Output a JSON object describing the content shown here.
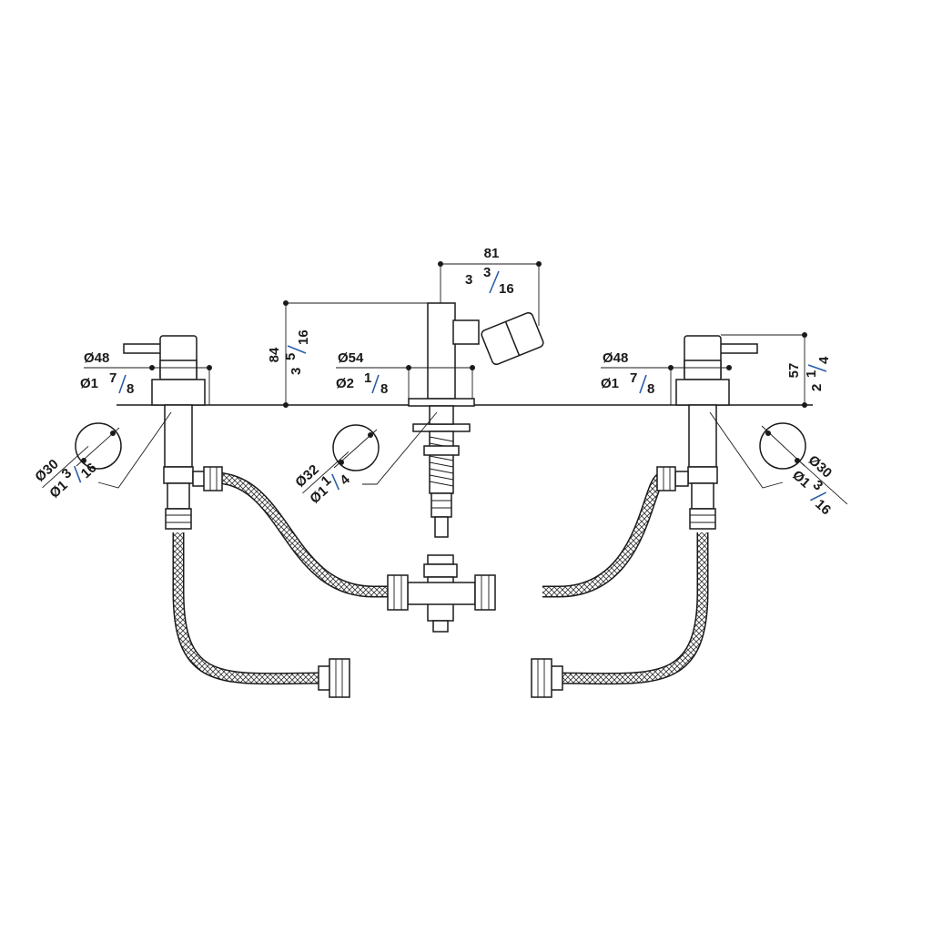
{
  "dimensions": {
    "spout_width": {
      "mm": "81",
      "in_whole": "3",
      "in_num": "3",
      "in_den": "16"
    },
    "spout_height": {
      "mm": "84",
      "in_whole": "3",
      "in_num": "5",
      "in_den": "16"
    },
    "valve_height": {
      "mm": "57",
      "in_whole": "2",
      "in_num": "1",
      "in_den": "4"
    },
    "left_valve_base": {
      "mm": "Ø48",
      "in_whole": "Ø1",
      "in_num": "7",
      "in_den": "8"
    },
    "right_valve_base": {
      "mm": "Ø48",
      "in_whole": "Ø1",
      "in_num": "7",
      "in_den": "8"
    },
    "spout_base": {
      "mm": "Ø54",
      "in_whole": "Ø2",
      "in_num": "1",
      "in_den": "8"
    },
    "left_hole": {
      "mm": "Ø30",
      "in_whole": "Ø1",
      "in_num": "3",
      "in_den": "16"
    },
    "center_hole": {
      "mm": "Ø32",
      "in_whole": "Ø1",
      "in_num": "1",
      "in_den": "4"
    },
    "right_hole": {
      "mm": "Ø30",
      "in_whole": "Ø1",
      "in_num": "3",
      "in_den": "16"
    }
  },
  "colors": {
    "line": "#1a1a1a",
    "fraction_accent": "#2a5fa8"
  }
}
